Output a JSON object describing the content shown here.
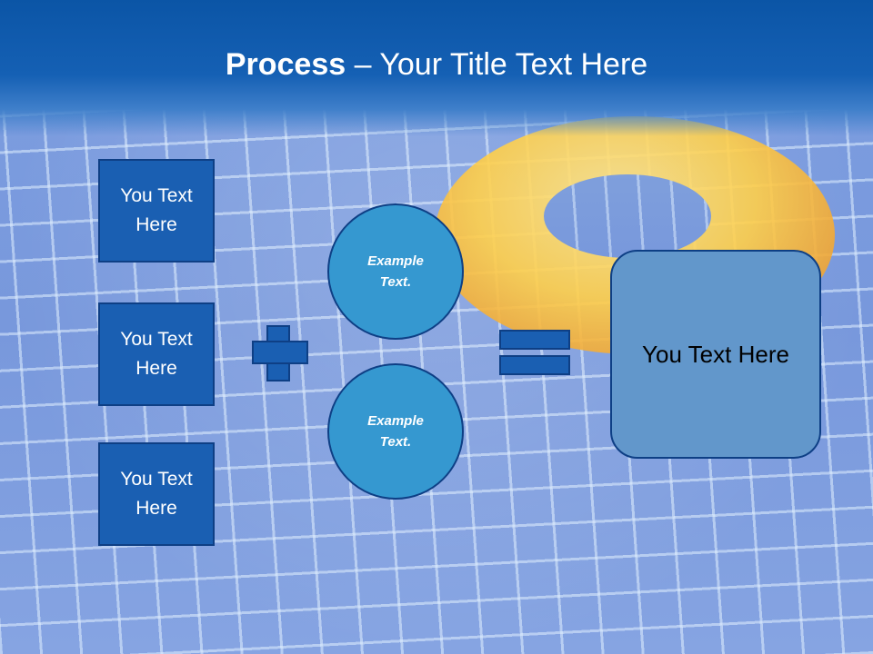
{
  "title": {
    "bold": "Process",
    "rest": " – Your Title Text Here"
  },
  "left_boxes": [
    {
      "line1": "You Text",
      "line2": "Here"
    },
    {
      "line1": "You Text",
      "line2": "Here"
    },
    {
      "line1": "You Text",
      "line2": "Here"
    }
  ],
  "circles": [
    {
      "line1": "Example",
      "line2": "Text."
    },
    {
      "line1": "Example",
      "line2": "Text."
    }
  ],
  "result": {
    "label": "You Text Here"
  },
  "colors": {
    "header": "#1560b4",
    "box_fill": "#1a5fb2",
    "circle_fill": "#3598d0",
    "result_fill": "#6297cb",
    "outline": "#0e3f85"
  }
}
